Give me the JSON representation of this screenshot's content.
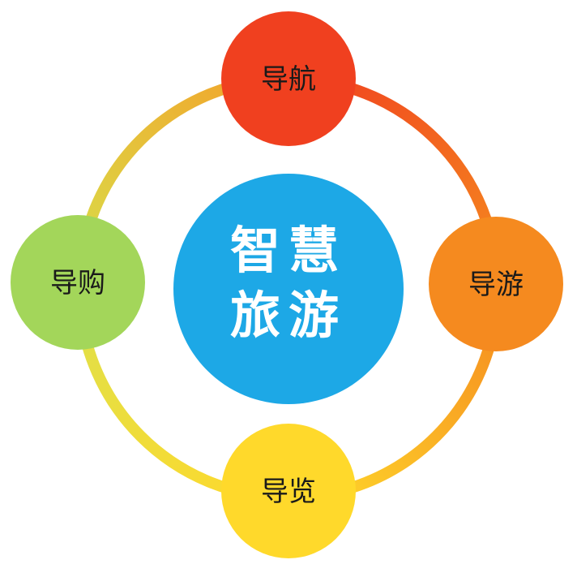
{
  "center": {
    "line1": "智慧",
    "line2": "旅游",
    "color": "#1da8e6"
  },
  "nodes": [
    {
      "id": "top",
      "label": "导航",
      "color": "#f0401f"
    },
    {
      "id": "right",
      "label": "导游",
      "color": "#f58a1f"
    },
    {
      "id": "bottom",
      "label": "导览",
      "color": "#ffd92b"
    },
    {
      "id": "left",
      "label": "导购",
      "color": "#a3d65a"
    }
  ],
  "ring": {
    "colors": {
      "top_right": "#f26a20",
      "bottom_right": "#f9b22a",
      "bottom_left": "#f8cf35",
      "top_left": "#ecd43a"
    }
  }
}
